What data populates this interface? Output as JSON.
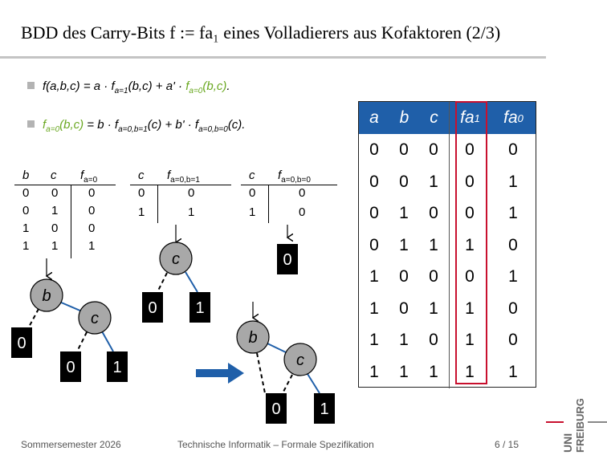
{
  "slide": {
    "title": "BDD des Carry-Bits f := fa₁ eines Volladierers aus Kofaktoren (2/3)",
    "bullet1": {
      "text": "f(a,b,c) = a · f",
      "sub1": "a=1",
      "mid": "(b,c) + a' · ",
      "green": "f",
      "green_sub": "a=0",
      "green_tail": "(b,c)",
      "end": "."
    },
    "bullet2": {
      "green": "f",
      "green_sub": "a=0",
      "green_tail": "(b,c)",
      "text": " = b · f",
      "sub1": "a=0,b=1",
      "mid": "(c) + b' · f",
      "sub2": "a=0,b=0",
      "end": "(c)."
    }
  },
  "cofactor_tables": [
    {
      "headers": [
        "b",
        "c",
        "f",
        "a=0"
      ],
      "rows": [
        [
          "0",
          "0",
          "0"
        ],
        [
          "0",
          "1",
          "0"
        ],
        [
          "1",
          "0",
          "0"
        ],
        [
          "1",
          "1",
          "1"
        ]
      ]
    },
    {
      "headers": [
        "c",
        "f",
        "a=0,b=1"
      ],
      "rows": [
        [
          "0",
          "0"
        ],
        [
          "1",
          "1"
        ]
      ]
    },
    {
      "headers": [
        "c",
        "f",
        "a=0,b=0"
      ],
      "rows": [
        [
          "0",
          "0"
        ],
        [
          "1",
          "0"
        ]
      ]
    }
  ],
  "bdd": {
    "nodes": {
      "b": "b",
      "c": "c"
    },
    "terminals": {
      "zero": "0",
      "one": "1"
    }
  },
  "truth_table": {
    "headers": [
      "a",
      "b",
      "c",
      "fa",
      "fa"
    ],
    "header_subs": [
      "",
      "",
      "",
      "1",
      "0"
    ],
    "rows": [
      [
        "0",
        "0",
        "0",
        "0",
        "0"
      ],
      [
        "0",
        "0",
        "1",
        "0",
        "1"
      ],
      [
        "0",
        "1",
        "0",
        "0",
        "1"
      ],
      [
        "0",
        "1",
        "1",
        "1",
        "0"
      ],
      [
        "1",
        "0",
        "0",
        "0",
        "1"
      ],
      [
        "1",
        "0",
        "1",
        "1",
        "0"
      ],
      [
        "1",
        "1",
        "0",
        "1",
        "0"
      ],
      [
        "1",
        "1",
        "1",
        "1",
        "1"
      ]
    ],
    "header_bg": "#1f5fa9",
    "highlight_color": "#c8102e"
  },
  "footer": {
    "left": "Sommersemester 2026",
    "center": "Technische Informatik – Formale Spezifikation",
    "page": "6 / 15"
  },
  "logo": {
    "line1": "UNI",
    "line2": "FREIBURG"
  },
  "colors": {
    "green": "#6aa821",
    "edge_blue": "#1f5fa9",
    "node_gray": "#a8a8a8"
  }
}
